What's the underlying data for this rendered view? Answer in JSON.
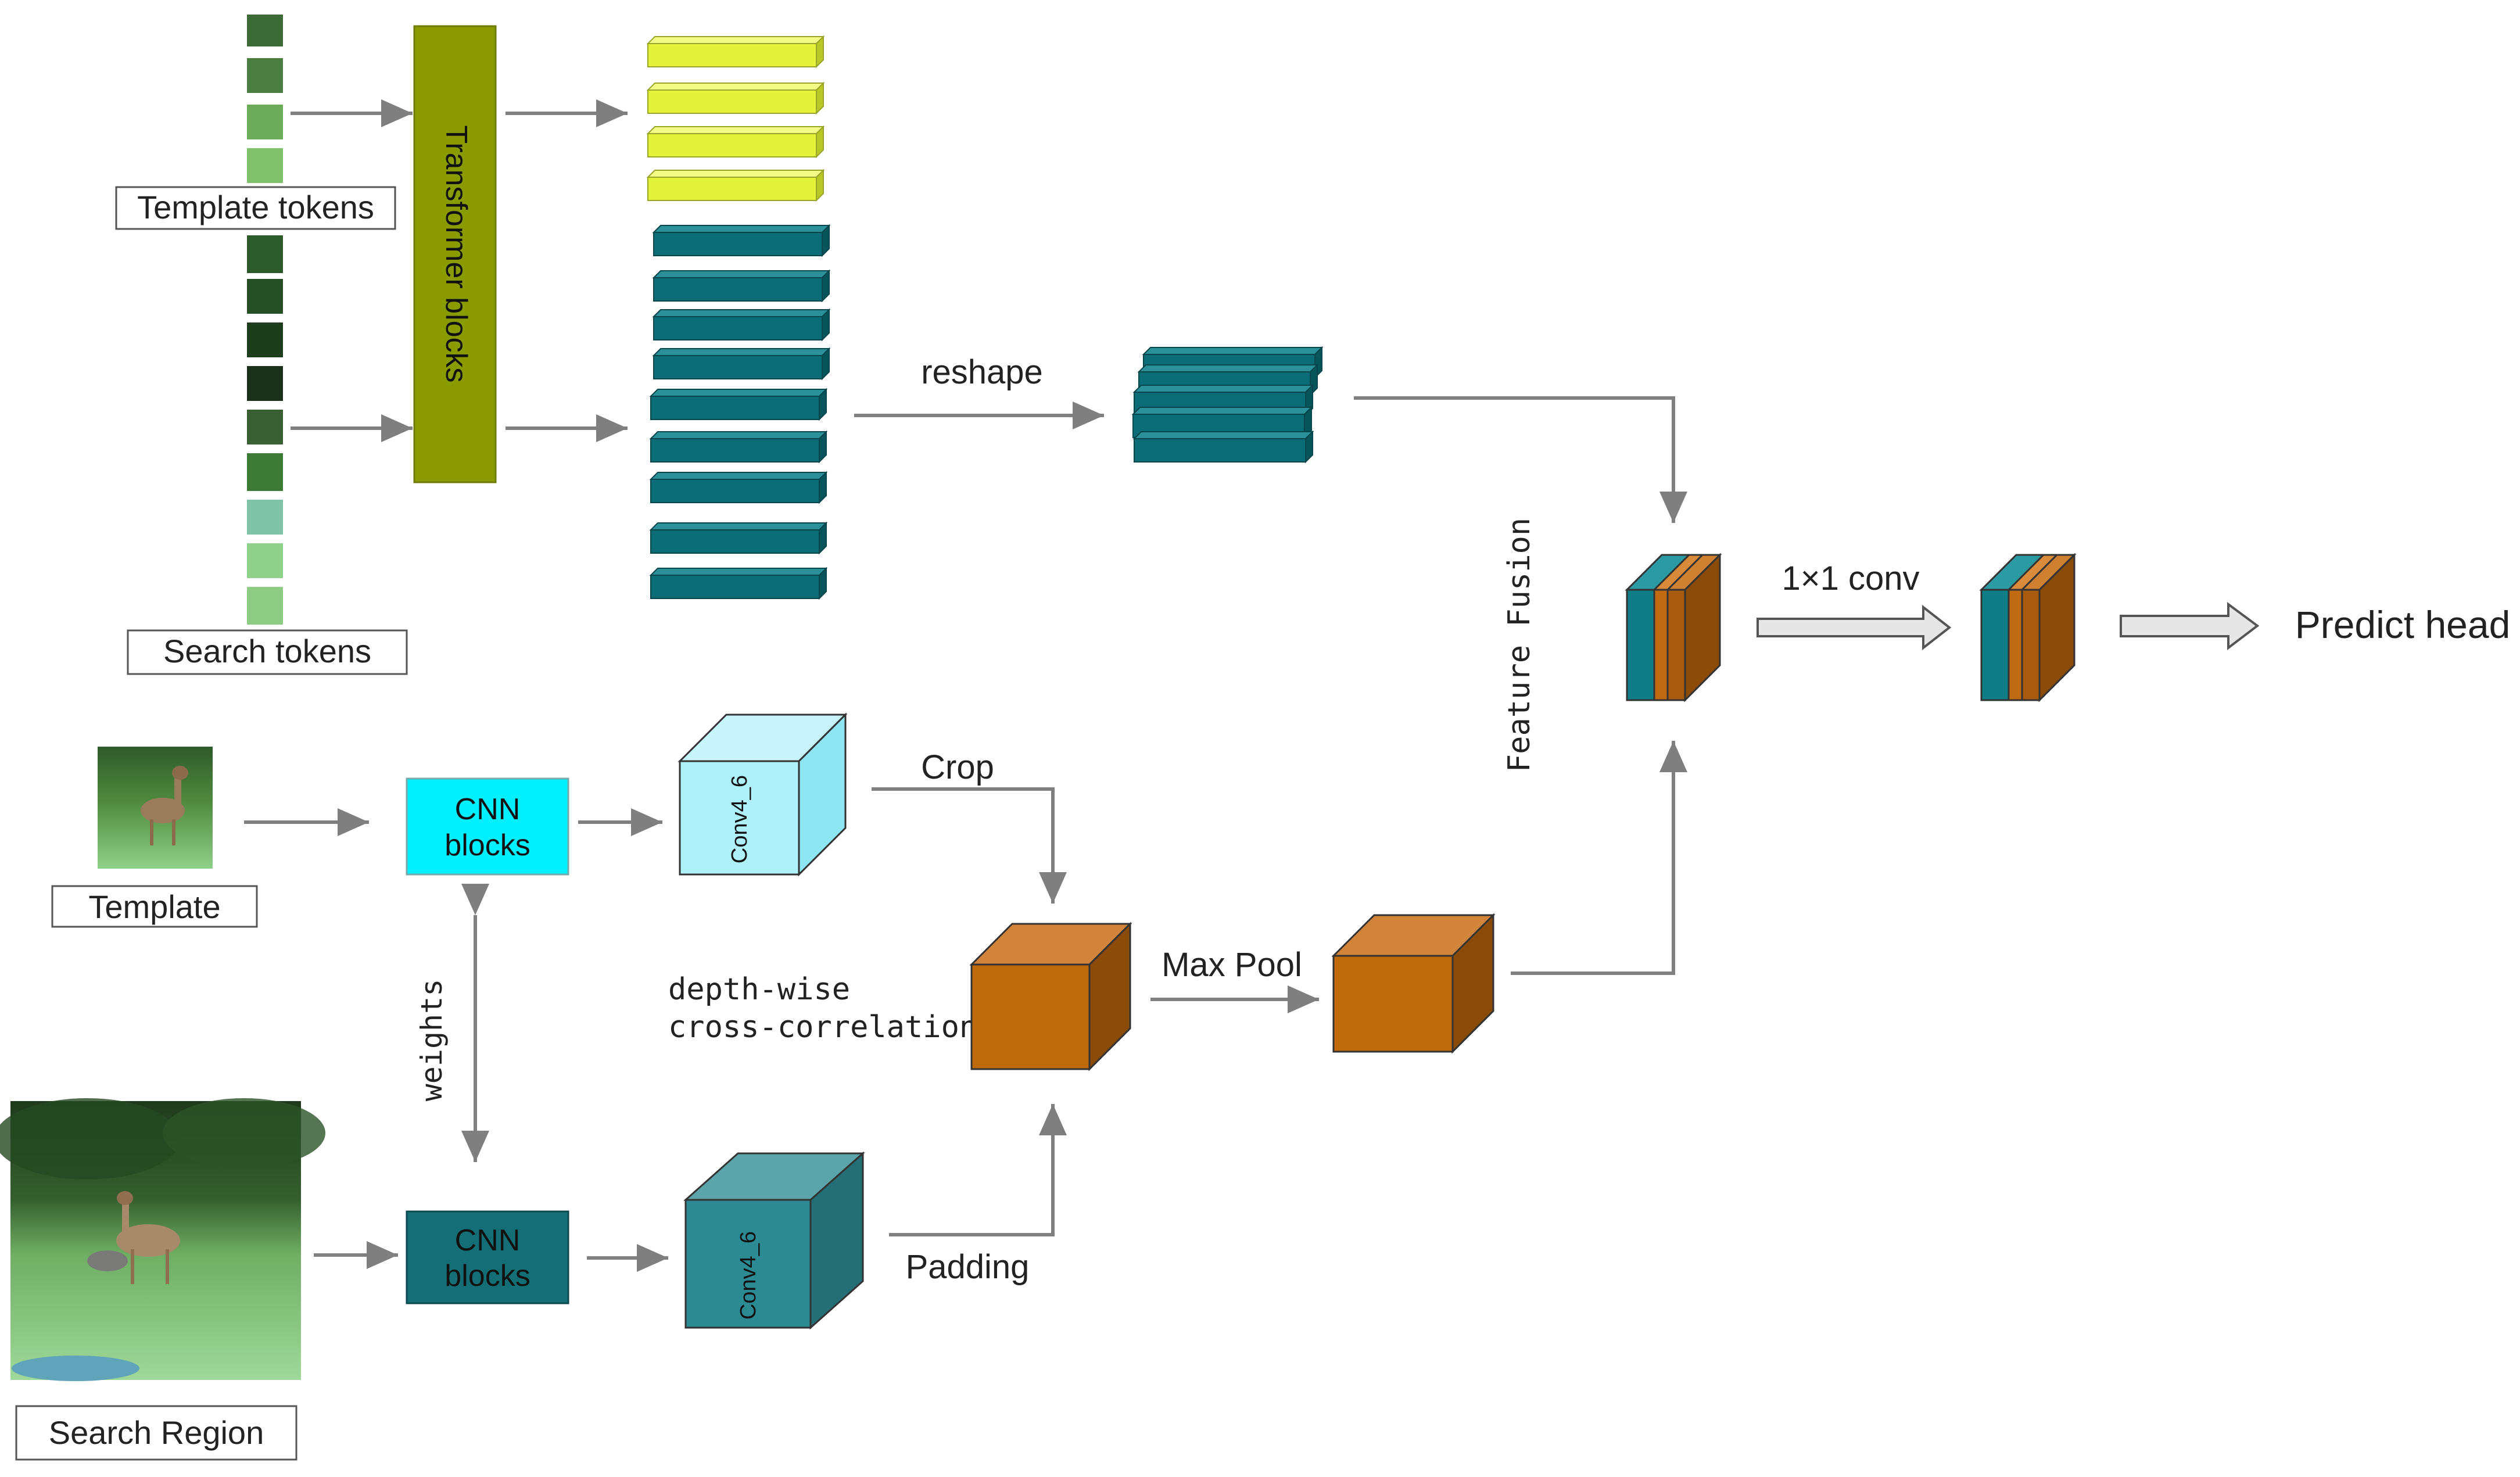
{
  "labels": {
    "template_tokens": "Template tokens",
    "search_tokens": "Search tokens",
    "transformer_blocks": "Transformer blocks",
    "reshape": "reshape",
    "template": "Template",
    "search_region": "Search Region",
    "cnn_blocks_line1": "CNN",
    "cnn_blocks_line2": "blocks",
    "conv4_6": "Conv4_6",
    "crop": "Crop",
    "padding": "Padding",
    "weights": "weights",
    "dw_line1": "depth-wise",
    "dw_line2": "cross-correlation",
    "max_pool": "Max Pool",
    "feature_fusion": "Feature Fusion",
    "conv1x1": "1×1 conv",
    "predict_head": "Predict head"
  },
  "colors": {
    "arrow": "#7f7f7f",
    "yellow_token": "#e4f33a",
    "teal_token": "#0d6d76",
    "transformer": "#8a9b00",
    "cnn_cyan": "#00f0ff",
    "cnn_teal": "#136f75",
    "orange": "#be6a0a"
  },
  "icons": {
    "template_image": "deer-photo-icon",
    "search_image": "deer-field-photo-icon"
  }
}
